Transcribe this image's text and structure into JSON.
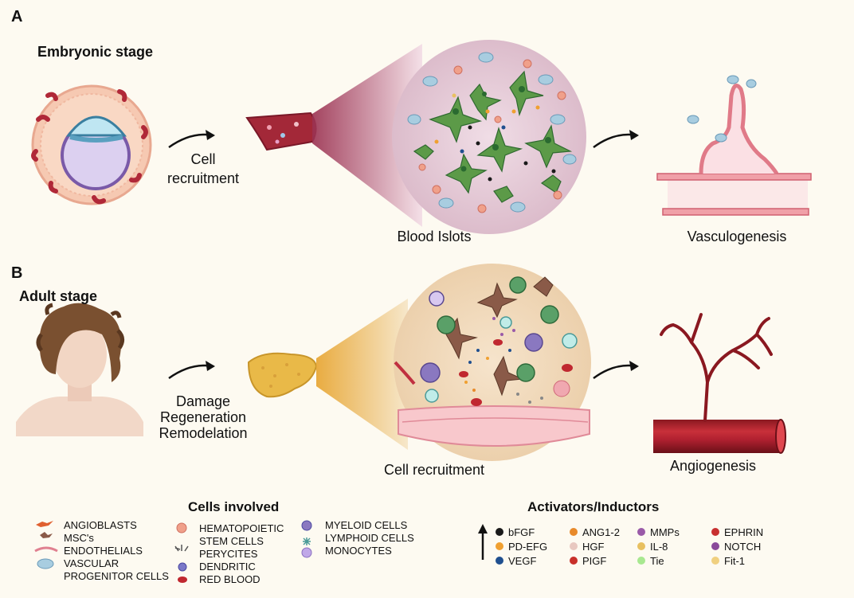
{
  "panel_a": {
    "letter": "A",
    "stage": "Embryonic stage",
    "arrow1_label": [
      "Cell",
      "recruitment"
    ],
    "circle_label": "Blood Islots",
    "result_label": "Vasculogenesis"
  },
  "panel_b": {
    "letter": "B",
    "stage": "Adult stage",
    "arrow1_label": [
      "Damage",
      "Regeneration",
      "Remodelation"
    ],
    "circle_label": "Cell recruitment",
    "result_label": "Angiogenesis"
  },
  "legend": {
    "cells_title": "Cells involved",
    "cells_col1": [
      "ANGIOBLASTS",
      "MSC's",
      "ENDOTHELIALS",
      "VASCULAR",
      "PROGENITOR CELLS"
    ],
    "cells_col2": [
      "HEMATOPOIETIC",
      "STEM CELLS",
      "PERYCITES",
      "DENDRITIC",
      "RED BLOOD"
    ],
    "cells_col3": [
      "MYELOID CELLS",
      "LYMPHOID CELLS",
      "MONOCYTES"
    ],
    "activators_title": "Activators/Inductors",
    "act_col1": [
      {
        "label": "bFGF",
        "color": "#1a1a1a"
      },
      {
        "label": "PD-EFG",
        "color": "#f0a030"
      },
      {
        "label": "VEGF",
        "color": "#1f4f8f"
      }
    ],
    "act_col2": [
      {
        "label": "ANG1-2",
        "color": "#e88a2a"
      },
      {
        "label": "HGF",
        "color": "#e8c8c0"
      },
      {
        "label": "PIGF",
        "color": "#c8302a"
      }
    ],
    "act_col3": [
      {
        "label": "MMPs",
        "color": "#9a5aa8"
      },
      {
        "label": "IL-8",
        "color": "#e8c060"
      },
      {
        "label": "Tie",
        "color": "#a8e890"
      }
    ],
    "act_col4": [
      {
        "label": "EPHRIN",
        "color": "#c83030"
      },
      {
        "label": "NOTCH",
        "color": "#8a4a9a"
      },
      {
        "label": "Fit-1",
        "color": "#f0d080"
      }
    ]
  }
}
